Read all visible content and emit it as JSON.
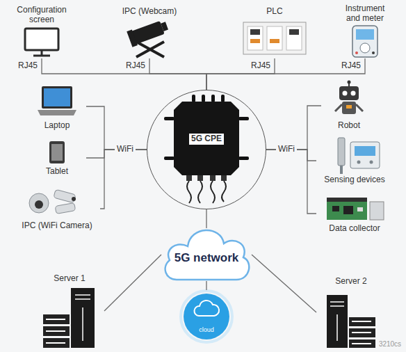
{
  "diagram": {
    "nodes": [
      {
        "text": [
          "Configuration screen"
        ]
      },
      {
        "text": [
          "IPC (Webcam)"
        ]
      },
      {
        "text": [
          "PLC"
        ]
      },
      {
        "text": [
          "Instrument and meter"
        ]
      },
      {
        "text": [
          "5G CPE"
        ]
      },
      {
        "text": [
          "Laptop"
        ]
      },
      {
        "text": [
          "Tablet"
        ]
      },
      {
        "text": [
          "IPC (WiFi Camera)"
        ]
      },
      {
        "text": [
          "Robot"
        ]
      },
      {
        "text": [
          "Sensing devices"
        ]
      },
      {
        "text": [
          "Data collector"
        ]
      },
      {
        "text": [
          "5G network"
        ]
      },
      {
        "text": [
          "Server 1"
        ]
      },
      {
        "text": [
          "cloud"
        ]
      },
      {
        "text": [
          "Server 2"
        ]
      }
    ],
    "edges": [
      {
        "from": 0,
        "to": 4,
        "label": "RJ45",
        "arrow": "none"
      },
      {
        "from": 1,
        "to": 4,
        "label": "RJ45",
        "arrow": "none"
      },
      {
        "from": 2,
        "to": 4,
        "label": "RJ45",
        "arrow": "none"
      },
      {
        "from": 3,
        "to": 4,
        "label": "RJ45",
        "arrow": "none"
      },
      {
        "from": 5,
        "to": 4,
        "arrow": "none"
      },
      {
        "from": 6,
        "to": 4,
        "arrow": "none"
      },
      {
        "from": 7,
        "to": 4,
        "arrow": "none"
      },
      {
        "from": 8,
        "to": 4,
        "arrow": "none"
      },
      {
        "from": 9,
        "to": 4,
        "arrow": "none"
      },
      {
        "from": 10,
        "to": 4,
        "arrow": "none"
      },
      {
        "from": 4,
        "to": 11,
        "arrow": "none"
      },
      {
        "from": 11,
        "to": 12,
        "arrow": "none"
      },
      {
        "from": 11,
        "to": 13,
        "arrow": "none"
      },
      {
        "from": 11,
        "to": 14,
        "arrow": "none"
      }
    ],
    "labels": [
      "WiFi",
      "WiFi",
      "3210cs"
    ]
  }
}
